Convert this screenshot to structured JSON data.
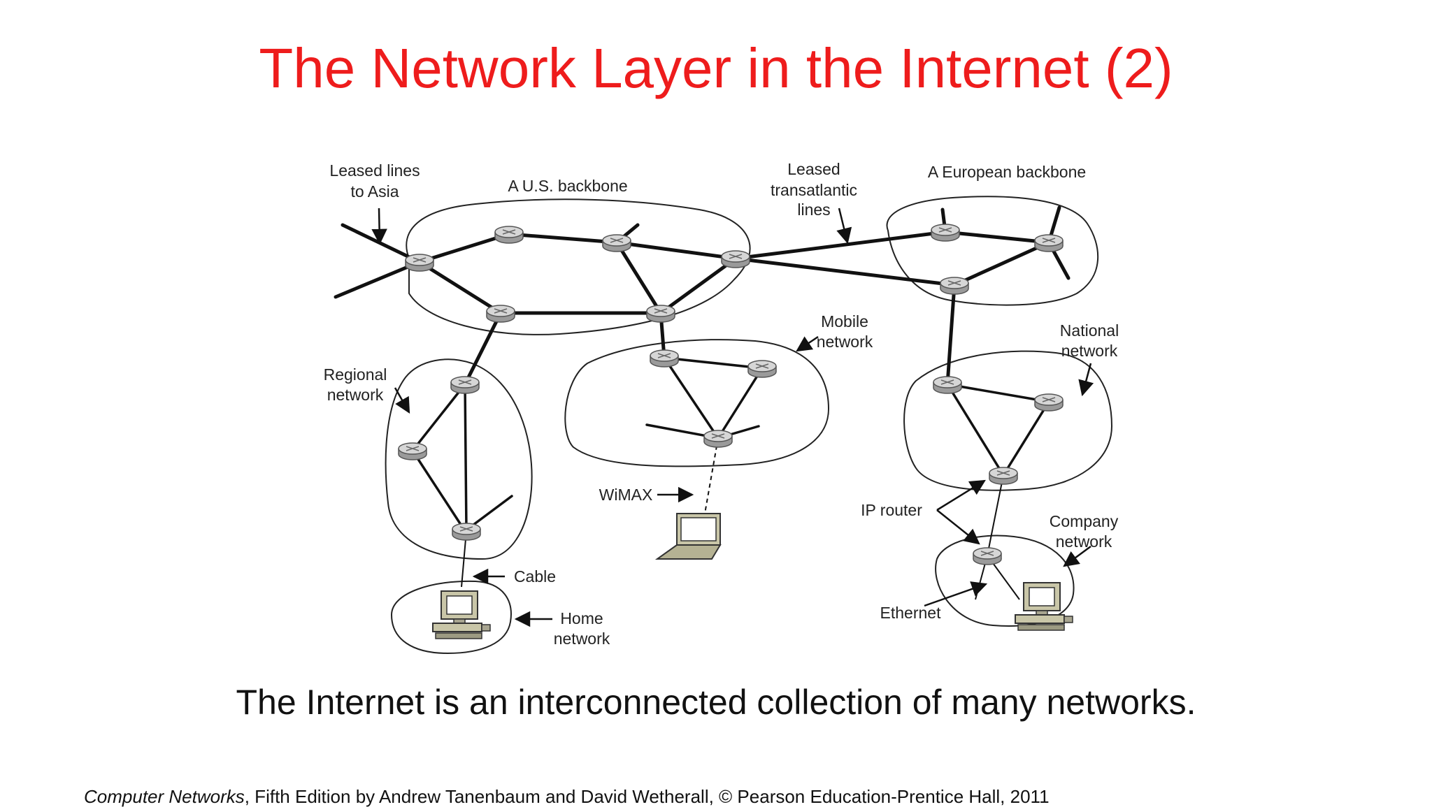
{
  "title": "The Network Layer in the Internet (2)",
  "caption": "The Internet is an interconnected collection of many networks.",
  "credit": {
    "book": "Computer Networks",
    "rest": ", Fifth Edition by Andrew Tanenbaum and David Wetherall, © Pearson Education-Prentice Hall, 2011"
  },
  "labels": {
    "leased_asia_1": "Leased lines",
    "leased_asia_2": "to Asia",
    "us_backbone": "A U.S. backbone",
    "leased_transatlantic_1": "Leased",
    "leased_transatlantic_2": "transatlantic",
    "leased_transatlantic_3": "lines",
    "european_backbone": "A European backbone",
    "mobile_1": "Mobile",
    "mobile_2": "network",
    "national_1": "National",
    "national_2": "network",
    "regional_1": "Regional",
    "regional_2": "network",
    "wimax": "WiMAX",
    "ip_router": "IP router",
    "company_1": "Company",
    "company_2": "network",
    "cable": "Cable",
    "home_1": "Home",
    "home_2": "network",
    "ethernet": "Ethernet"
  },
  "colors": {
    "title": "#ee1c1c",
    "router_fill": "#cfcfcf",
    "line": "#111111"
  },
  "icons": [
    "router-icon",
    "computer-icon",
    "laptop-icon",
    "arrow-icon"
  ]
}
